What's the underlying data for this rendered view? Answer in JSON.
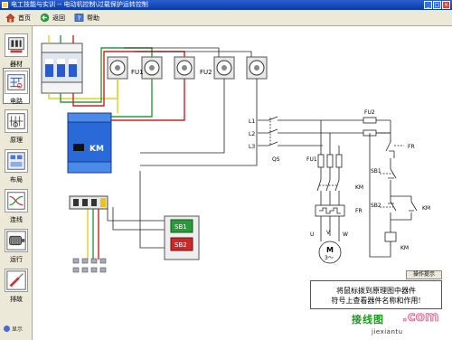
{
  "window": {
    "title": "电工技能与实训 -- 电动机控制\\过载保护运转控制"
  },
  "toolbar": {
    "home_label": "首页",
    "back_label": "返回",
    "help_label": "帮助"
  },
  "sidebar": {
    "items": [
      {
        "label": "器材"
      },
      {
        "label": "电路"
      },
      {
        "label": "原理"
      },
      {
        "label": "布局"
      },
      {
        "label": "连线"
      },
      {
        "label": "运行"
      },
      {
        "label": "排故"
      }
    ],
    "footer": "显示"
  },
  "panel": {
    "fu1": "FU1",
    "fu2": "FU2",
    "contactor": "KM",
    "sb1": "SB1",
    "sb2": "SB2"
  },
  "schematic": {
    "l1": "L1",
    "l2": "L2",
    "l3": "L3",
    "qs": "QS",
    "fu1": "FU1",
    "fu2": "FU2",
    "km_main": "KM",
    "fr_main": "FR",
    "u": "U",
    "v": "V",
    "w": "W",
    "motor": "M",
    "motor_sub": "3～",
    "fr_ctrl": "FR",
    "sb1": "SB1",
    "sb2": "SB2",
    "km_aux": "KM",
    "km_coil": "KM"
  },
  "hint": {
    "button": "操作提示",
    "line1": "将鼠标拨到原理图中器件",
    "line2": "符号上查看器件名称和作用!"
  },
  "watermark": {
    "text": "接线图",
    "com": ".com",
    "sub": "jiexiantu"
  }
}
